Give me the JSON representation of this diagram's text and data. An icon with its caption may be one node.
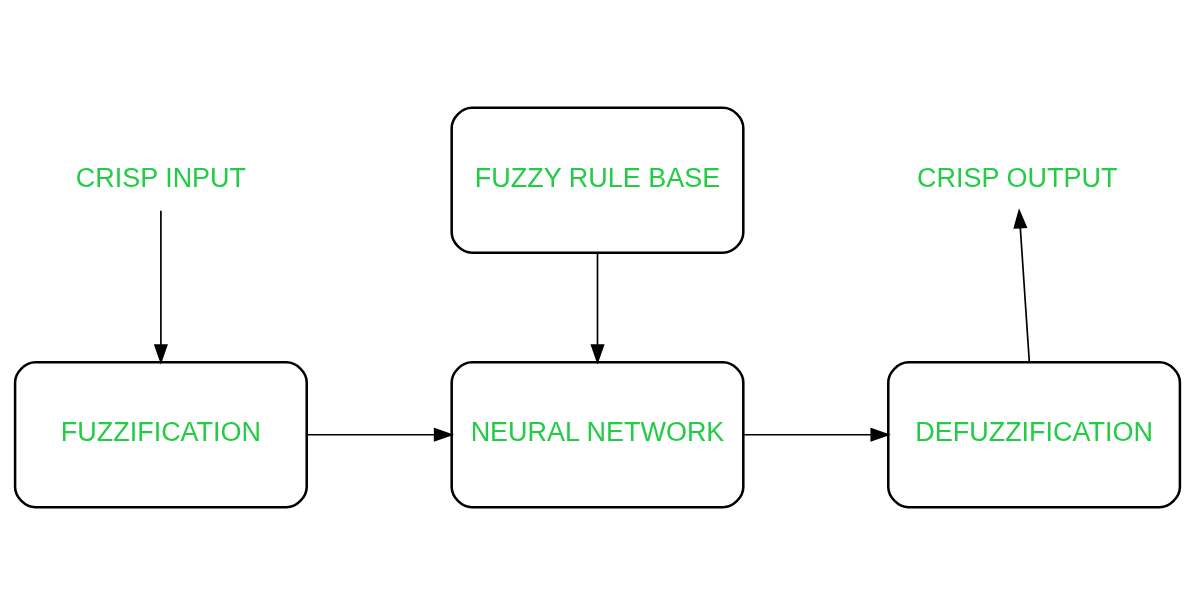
{
  "diagram": {
    "nodes": [
      {
        "text": [
          "CRISP INPUT"
        ]
      },
      {
        "text": [
          "FUZZY RULE BASE"
        ]
      },
      {
        "text": [
          "CRISP OUTPUT"
        ]
      },
      {
        "text": [
          "FUZZIFICATION"
        ]
      },
      {
        "text": [
          "NEURAL NETWORK"
        ]
      },
      {
        "text": [
          "DEFUZZIFICATION"
        ]
      }
    ],
    "edges": [
      {
        "from": 0,
        "to": 3,
        "arrow": "to"
      },
      {
        "from": 1,
        "to": 4,
        "arrow": "to"
      },
      {
        "from": 3,
        "to": 4,
        "arrow": "to"
      },
      {
        "from": 4,
        "to": 5,
        "arrow": "to"
      },
      {
        "from": 5,
        "to": 2,
        "arrow": "to"
      }
    ]
  }
}
